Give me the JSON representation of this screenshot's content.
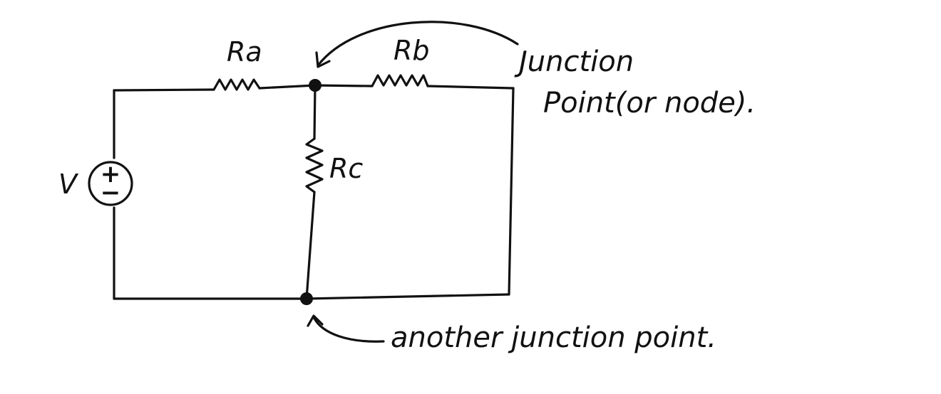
{
  "labels": {
    "ra": "Ra",
    "rb": "Rb",
    "rc": "Rc",
    "voltage": "V",
    "source_plus": "+",
    "source_minus": "−"
  },
  "annotations": {
    "junction_line1": "Junction",
    "junction_line2": "Point(or node).",
    "another_junction": "another junction point."
  },
  "colors": {
    "ink": "#111111",
    "background": "#ffffff"
  }
}
